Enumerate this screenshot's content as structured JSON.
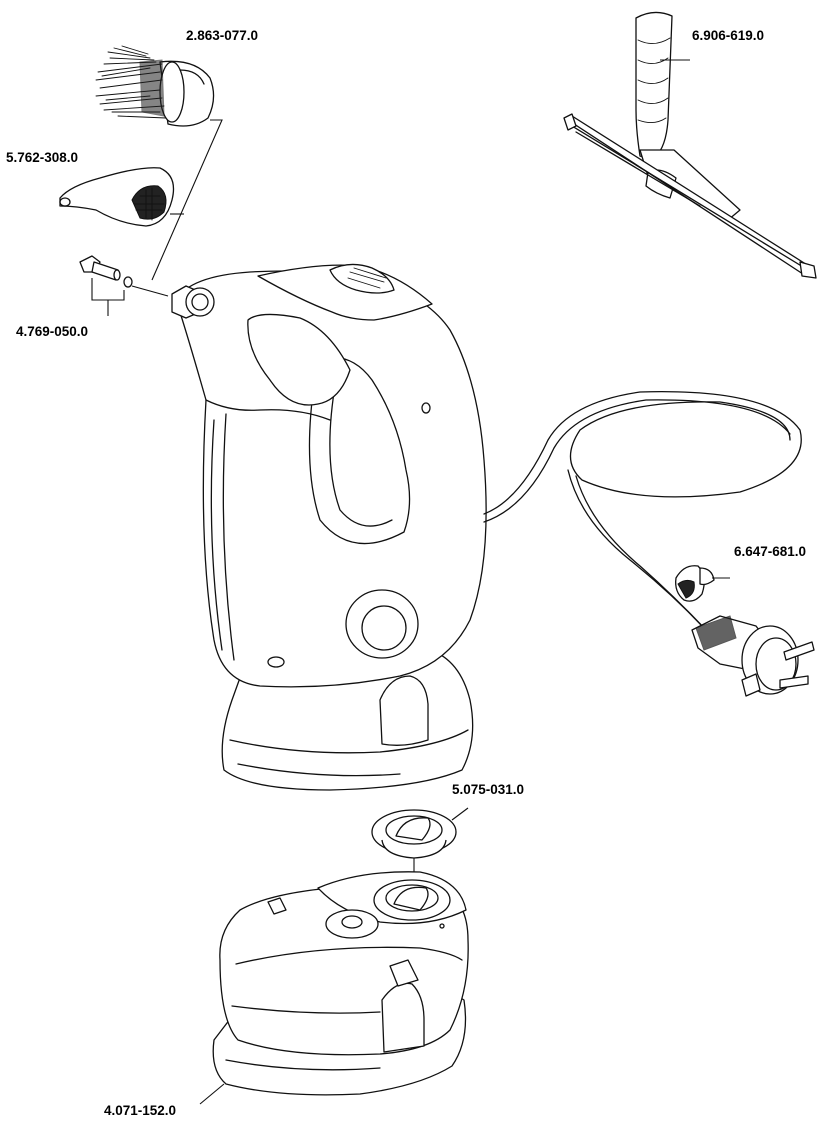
{
  "parts": [
    {
      "id": "brush",
      "number": "2.863-077.0"
    },
    {
      "id": "nozzle",
      "number": "5.762-308.0"
    },
    {
      "id": "adapter",
      "number": "4.769-050.0"
    },
    {
      "id": "squeegee",
      "number": "6.906-619.0"
    },
    {
      "id": "cable-clip",
      "number": "6.647-681.0"
    },
    {
      "id": "tank-cap",
      "number": "5.075-031.0"
    },
    {
      "id": "water-tank",
      "number": "4.071-152.0"
    }
  ]
}
